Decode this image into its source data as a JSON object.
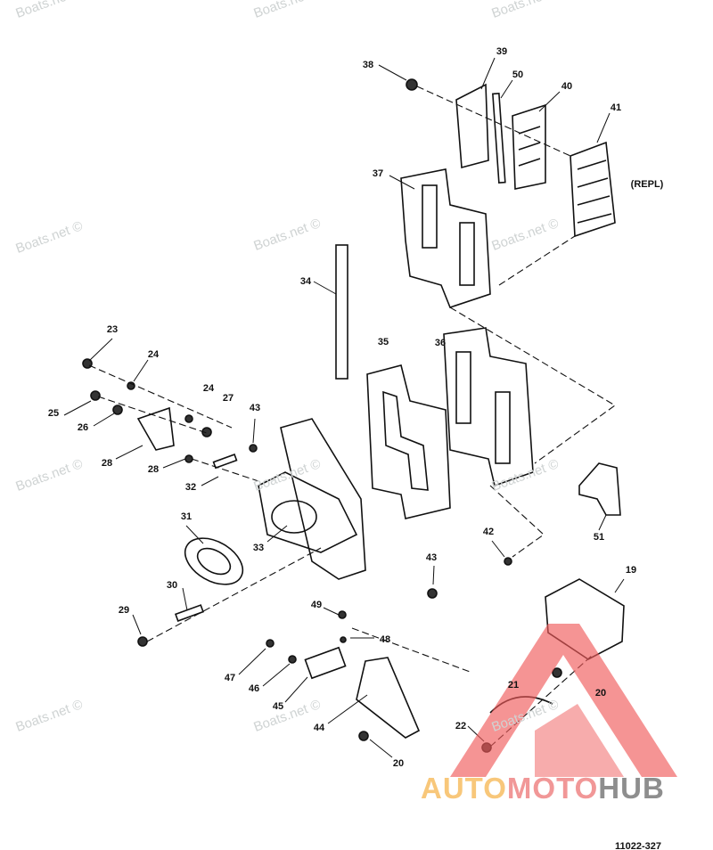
{
  "labels": {
    "p38": "38",
    "p39": "39",
    "p50": "50",
    "p40": "40",
    "p41": "41",
    "repl": "(REPL)",
    "p37": "37",
    "p34": "34",
    "p23": "23",
    "p24a": "24",
    "p35": "35",
    "p36": "36",
    "p24b": "24",
    "p27": "27",
    "p43a": "43",
    "p25": "25",
    "p26": "26",
    "p28a": "28",
    "p28b": "28",
    "p32": "32",
    "p31": "31",
    "p33": "33",
    "p42": "42",
    "p51": "51",
    "p43b": "43",
    "p30": "30",
    "p19": "19",
    "p29": "29",
    "p49": "49",
    "p48": "48",
    "p21": "21",
    "p20a": "20",
    "p47": "47",
    "p46": "46",
    "p45": "45",
    "p44": "44",
    "p22": "22",
    "p20b": "20"
  },
  "watermark": "Boats.net ©",
  "brand": {
    "auto": "AUTO",
    "moto": "MOTO",
    "hub": "HUB",
    "triangle_color": "#f05a5a"
  },
  "drawing_code": "11022-327"
}
